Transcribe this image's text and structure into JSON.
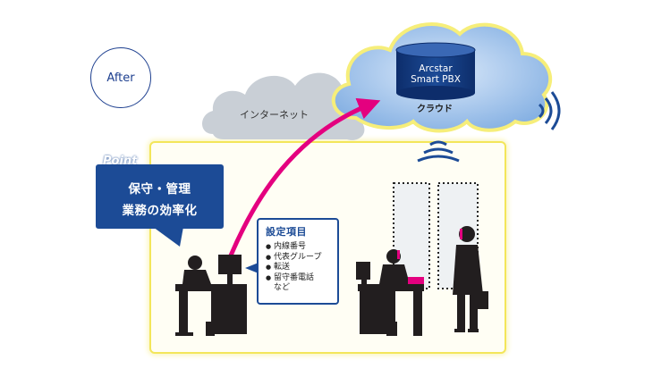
{
  "badge": {
    "label": "After"
  },
  "internet": {
    "label": "インターネット"
  },
  "cloud": {
    "label": "クラウド",
    "pbx_line1": "Arcstar",
    "pbx_line2": "Smart PBX"
  },
  "point": {
    "tag": "Point",
    "line1": "保守・管理",
    "line2": "業務の効率化"
  },
  "settings": {
    "title": "設定項目",
    "items": [
      "内線番号",
      "代表グループ",
      "転送",
      "留守番電話"
    ],
    "extra": "など"
  },
  "colors": {
    "brand_blue": "#1c4b96",
    "arrow_pink": "#e4007f",
    "panel_yellow": "#f3e65a",
    "cloud_gray": "#c9cfd6",
    "cloud_blue": "#a9c8ec"
  }
}
